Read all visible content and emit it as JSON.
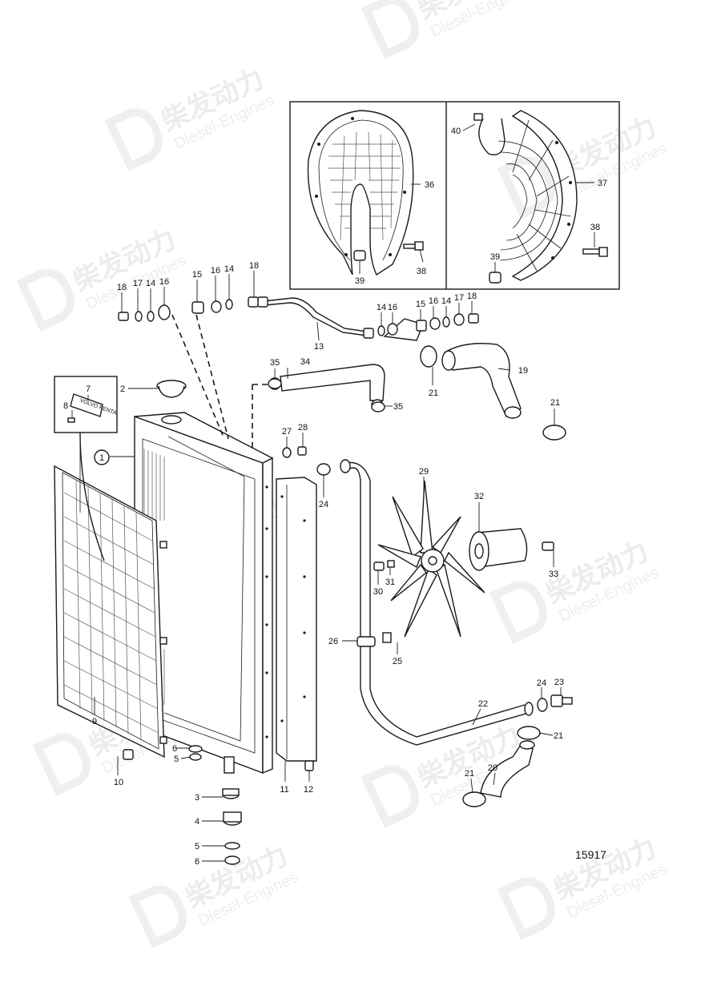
{
  "drawing_number": "15917",
  "watermark": {
    "chinese": "柴发动力",
    "english": "Diesel-Engines"
  },
  "plate_text": "VOLVO PENTA",
  "part_labels": [
    "1",
    "2",
    "3",
    "4",
    "5",
    "6",
    "7",
    "8",
    "9",
    "10",
    "11",
    "12",
    "13",
    "14",
    "15",
    "16",
    "17",
    "18",
    "19",
    "20",
    "21",
    "22",
    "23",
    "24",
    "25",
    "26",
    "27",
    "28",
    "29",
    "30",
    "31",
    "32",
    "33",
    "34",
    "35",
    "36",
    "37",
    "38",
    "39",
    "40"
  ],
  "labels": {
    "l1": "1",
    "l2": "2",
    "l3": "3",
    "l4": "4",
    "l5a": "5",
    "l5b": "5",
    "l6a": "6",
    "l6b": "6",
    "l7": "7",
    "l8": "8",
    "l9": "9",
    "l10": "10",
    "l11": "11",
    "l12": "12",
    "l13": "13",
    "l14a": "14",
    "l14b": "14",
    "l14c": "14",
    "l14d": "14",
    "l15a": "15",
    "l15b": "15",
    "l16a": "16",
    "l16b": "16",
    "l16c": "16",
    "l16d": "16",
    "l17a": "17",
    "l17b": "17",
    "l18a": "18",
    "l18b": "18",
    "l18c": "18",
    "l19": "19",
    "l20": "20",
    "l21a": "21",
    "l21b": "21",
    "l21c": "21",
    "l21d": "21",
    "l22": "22",
    "l23": "23",
    "l24a": "24",
    "l24b": "24",
    "l25": "25",
    "l26": "26",
    "l27": "27",
    "l28": "28",
    "l29": "29",
    "l30": "30",
    "l31": "31",
    "l32": "32",
    "l33": "33",
    "l34": "34",
    "l35a": "35",
    "l35b": "35",
    "l36": "36",
    "l37": "37",
    "l38a": "38",
    "l38b": "38",
    "l39a": "39",
    "l39b": "39",
    "l40": "40"
  }
}
